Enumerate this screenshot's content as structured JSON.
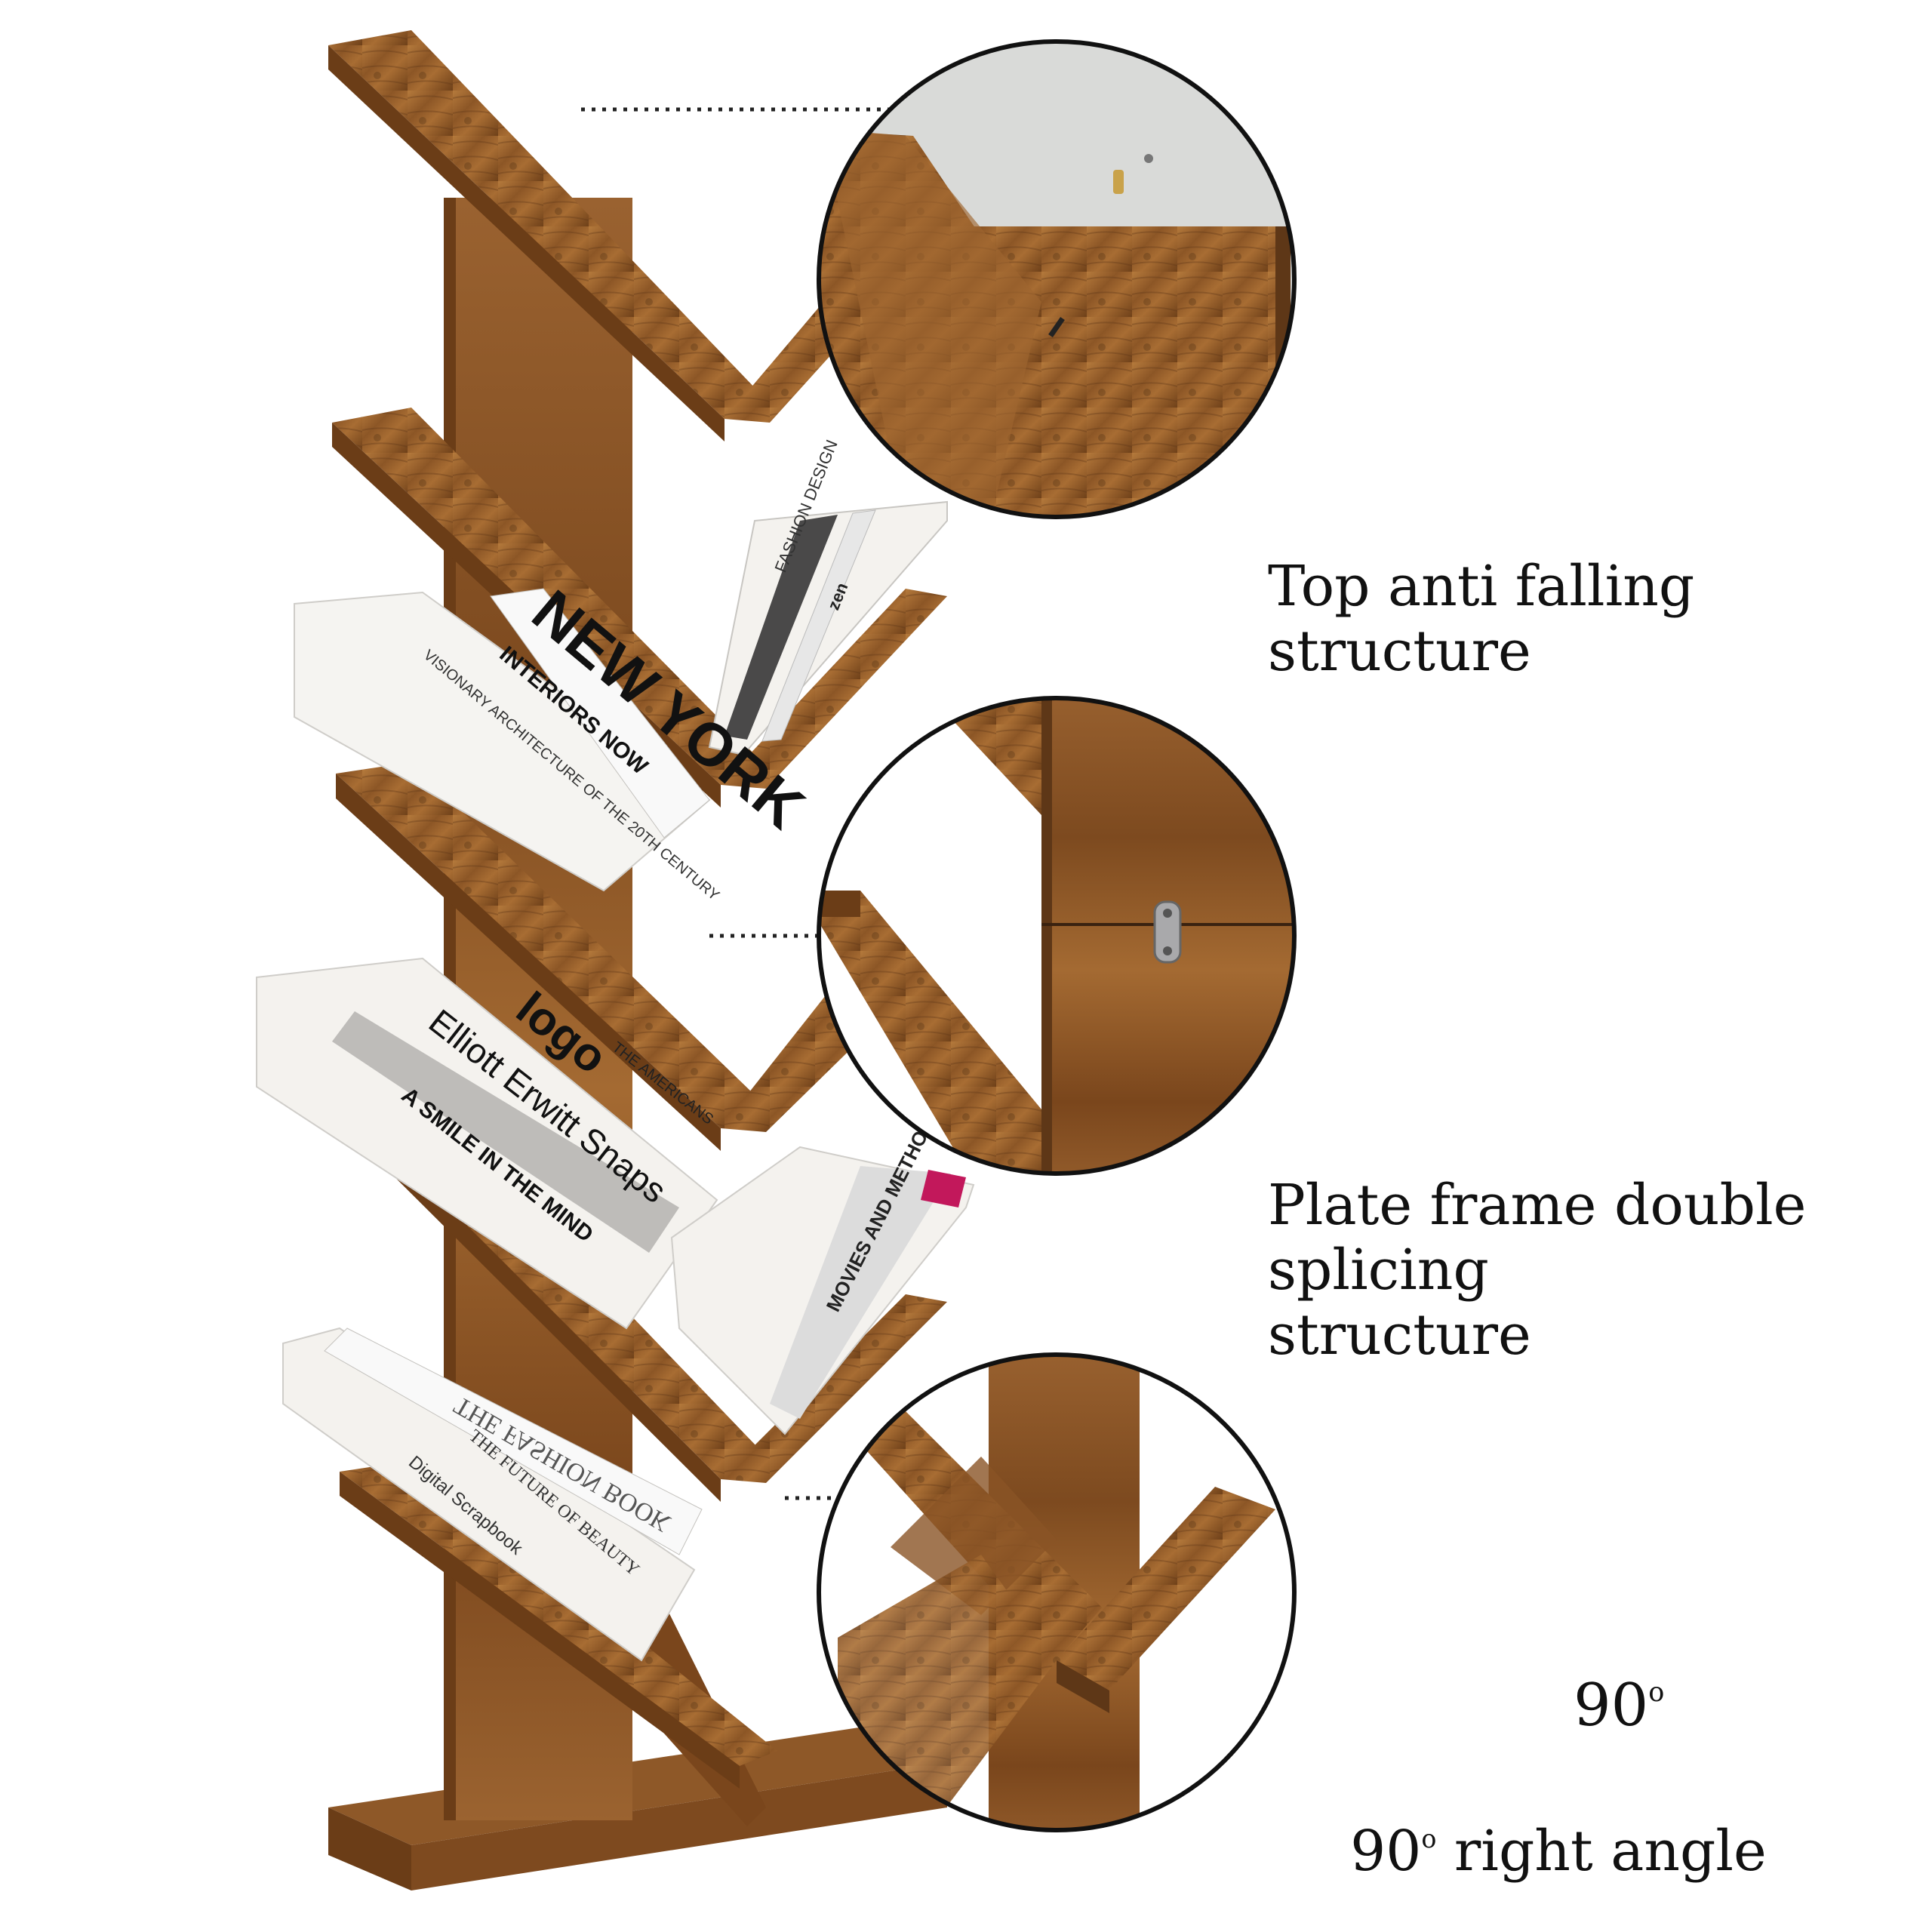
{
  "captions": {
    "top": "Top anti falling structure",
    "middle": "Plate frame double splicing\nstructure",
    "bottom_value": "90",
    "bottom_degree": "o",
    "bottom_text": " right angle"
  },
  "angle_label": {
    "value": "90",
    "degree": "o"
  },
  "book_spines": [
    "NEW YORK",
    "INTERIORS NOW",
    "VISIONARY ARCHITECTURE OF THE 20TH CENTURY",
    "FASHION DESIGN",
    "zen",
    "logo",
    "Elliott Erwitt Snaps",
    "THE AMERICANS",
    "A SMILE IN THE MIND",
    "MOVIES AND METHODS",
    "THE FASHION BOOK",
    "THE FUTURE OF BEAUTY",
    "Digital Scrapbook"
  ],
  "colors": {
    "wood_light": "#b57a3c",
    "wood_mid": "#8c5626",
    "wood_dark": "#5e3717",
    "paper": "#f4f2ee",
    "dotted_line": "#222222"
  }
}
